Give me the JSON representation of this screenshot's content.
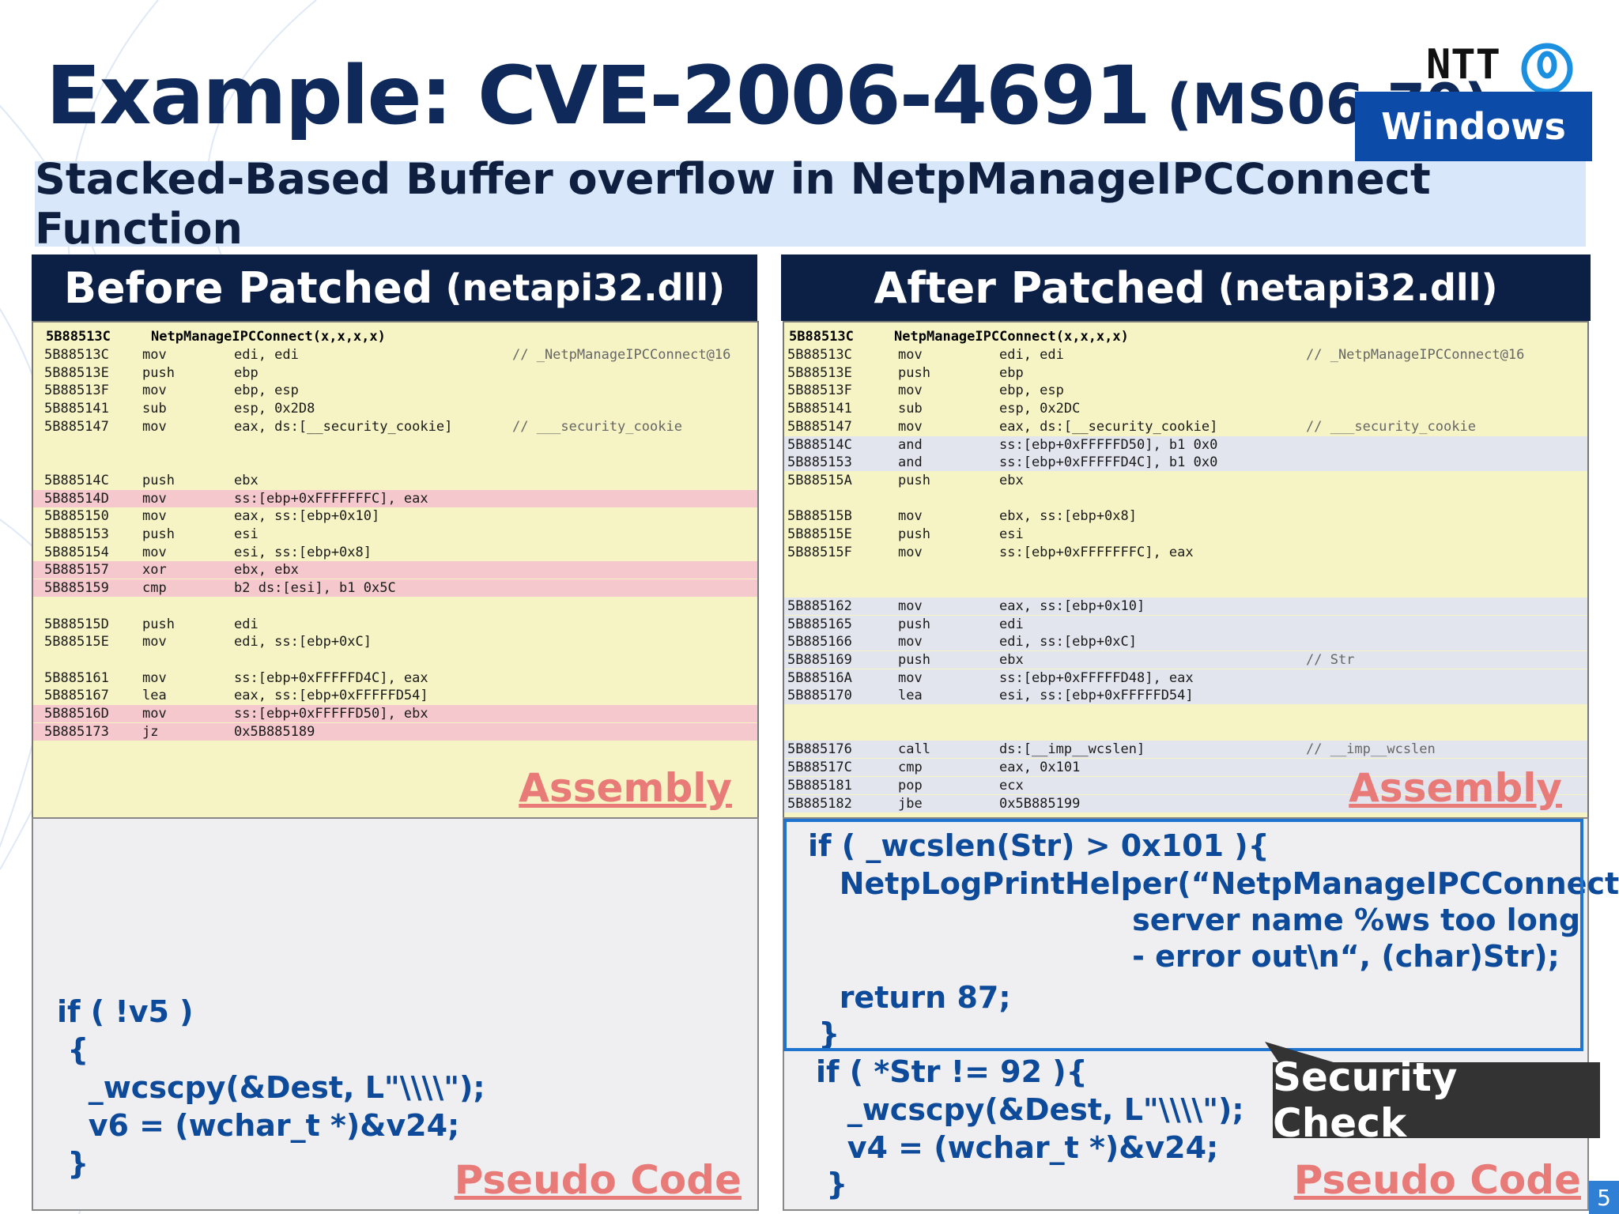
{
  "title": {
    "main": "Example: CVE-2006-4691",
    "sub": "(MS06-70)"
  },
  "brand": {
    "ntt": "NTT",
    "platform": "Windows"
  },
  "banner": "Stacked-Based Buffer overflow in NetpManageIPCConnect Function",
  "left_panel": {
    "heading": "Before Patched",
    "heading_sub": "(netapi32.dll)",
    "asm_header": "5B88513C     NetpManageIPCConnect(x,x,x,x)",
    "asm_rows": [
      {
        "addr": "5B88513C",
        "mn": "mov",
        "op": "edi, edi",
        "cm": "// _NetpManageIPCConnect@16",
        "hl": ""
      },
      {
        "addr": "5B88513E",
        "mn": "push",
        "op": "ebp",
        "cm": "",
        "hl": ""
      },
      {
        "addr": "5B88513F",
        "mn": "mov",
        "op": "ebp, esp",
        "cm": "",
        "hl": ""
      },
      {
        "addr": "5B885141",
        "mn": "sub",
        "op": "esp, 0x2D8",
        "cm": "",
        "hl": ""
      },
      {
        "addr": "5B885147",
        "mn": "mov",
        "op": "eax, ds:[__security_cookie]",
        "cm": "// ___security_cookie",
        "hl": ""
      },
      {
        "addr": "",
        "mn": "",
        "op": "",
        "cm": "",
        "hl": ""
      },
      {
        "addr": "",
        "mn": "",
        "op": "",
        "cm": "",
        "hl": ""
      },
      {
        "addr": "5B88514C",
        "mn": "push",
        "op": "ebx",
        "cm": "",
        "hl": ""
      },
      {
        "addr": "5B88514D",
        "mn": "mov",
        "op": "ss:[ebp+0xFFFFFFFC], eax",
        "cm": "",
        "hl": "red"
      },
      {
        "addr": "5B885150",
        "mn": "mov",
        "op": "eax, ss:[ebp+0x10]",
        "cm": "",
        "hl": ""
      },
      {
        "addr": "5B885153",
        "mn": "push",
        "op": "esi",
        "cm": "",
        "hl": ""
      },
      {
        "addr": "5B885154",
        "mn": "mov",
        "op": "esi, ss:[ebp+0x8]",
        "cm": "",
        "hl": ""
      },
      {
        "addr": "5B885157",
        "mn": "xor",
        "op": "ebx, ebx",
        "cm": "",
        "hl": "red"
      },
      {
        "addr": "5B885159",
        "mn": "cmp",
        "op": "b2 ds:[esi], b1 0x5C",
        "cm": "",
        "hl": "red"
      },
      {
        "addr": "",
        "mn": "",
        "op": "",
        "cm": "",
        "hl": ""
      },
      {
        "addr": "5B88515D",
        "mn": "push",
        "op": "edi",
        "cm": "",
        "hl": ""
      },
      {
        "addr": "5B88515E",
        "mn": "mov",
        "op": "edi, ss:[ebp+0xC]",
        "cm": "",
        "hl": ""
      },
      {
        "addr": "",
        "mn": "",
        "op": "",
        "cm": "",
        "hl": ""
      },
      {
        "addr": "5B885161",
        "mn": "mov",
        "op": "ss:[ebp+0xFFFFFD4C], eax",
        "cm": "",
        "hl": ""
      },
      {
        "addr": "5B885167",
        "mn": "lea",
        "op": "eax, ss:[ebp+0xFFFFFD54]",
        "cm": "",
        "hl": ""
      },
      {
        "addr": "5B88516D",
        "mn": "mov",
        "op": "ss:[ebp+0xFFFFFD50], ebx",
        "cm": "",
        "hl": "red"
      },
      {
        "addr": "5B885173",
        "mn": "jz",
        "op": "0x5B885189",
        "cm": "",
        "hl": "red"
      }
    ],
    "asm_label": "Assembly",
    "pseudo_lines": [
      "if ( !v5 )",
      " {",
      "   _wcscpy(&Dest, L\"\\\\\\\\\");",
      "   v6 = (wchar_t *)&v24;",
      " }"
    ],
    "pseudo_label": "Pseudo Code"
  },
  "right_panel": {
    "heading": "After Patched",
    "heading_sub": "(netapi32.dll)",
    "asm_header": "5B88513C     NetpManageIPCConnect(x,x,x,x)",
    "asm_rows": [
      {
        "addr": "5B88513C",
        "mn": "mov",
        "op": "edi, edi",
        "cm": "// _NetpManageIPCConnect@16",
        "hl": ""
      },
      {
        "addr": "5B88513E",
        "mn": "push",
        "op": "ebp",
        "cm": "",
        "hl": ""
      },
      {
        "addr": "5B88513F",
        "mn": "mov",
        "op": "ebp, esp",
        "cm": "",
        "hl": ""
      },
      {
        "addr": "5B885141",
        "mn": "sub",
        "op": "esp, 0x2DC",
        "cm": "",
        "hl": ""
      },
      {
        "addr": "5B885147",
        "mn": "mov",
        "op": "eax, ds:[__security_cookie]",
        "cm": "// ___security_cookie",
        "hl": ""
      },
      {
        "addr": "5B88514C",
        "mn": "and",
        "op": "ss:[ebp+0xFFFFFD50], b1 0x0",
        "cm": "",
        "hl": "gray"
      },
      {
        "addr": "5B885153",
        "mn": "and",
        "op": "ss:[ebp+0xFFFFFD4C], b1 0x0",
        "cm": "",
        "hl": "gray"
      },
      {
        "addr": "5B88515A",
        "mn": "push",
        "op": "ebx",
        "cm": "",
        "hl": ""
      },
      {
        "addr": "",
        "mn": "",
        "op": "",
        "cm": "",
        "hl": ""
      },
      {
        "addr": "5B88515B",
        "mn": "mov",
        "op": "ebx, ss:[ebp+0x8]",
        "cm": "",
        "hl": ""
      },
      {
        "addr": "5B88515E",
        "mn": "push",
        "op": "esi",
        "cm": "",
        "hl": ""
      },
      {
        "addr": "5B88515F",
        "mn": "mov",
        "op": "ss:[ebp+0xFFFFFFFC], eax",
        "cm": "",
        "hl": ""
      },
      {
        "addr": "",
        "mn": "",
        "op": "",
        "cm": "",
        "hl": ""
      },
      {
        "addr": "",
        "mn": "",
        "op": "",
        "cm": "",
        "hl": ""
      },
      {
        "addr": "5B885162",
        "mn": "mov",
        "op": "eax, ss:[ebp+0x10]",
        "cm": "",
        "hl": "gray"
      },
      {
        "addr": "5B885165",
        "mn": "push",
        "op": "edi",
        "cm": "",
        "hl": "gray"
      },
      {
        "addr": "5B885166",
        "mn": "mov",
        "op": "edi, ss:[ebp+0xC]",
        "cm": "",
        "hl": "gray"
      },
      {
        "addr": "5B885169",
        "mn": "push",
        "op": "ebx",
        "cm": "// Str",
        "hl": "gray"
      },
      {
        "addr": "5B88516A",
        "mn": "mov",
        "op": "ss:[ebp+0xFFFFFD48], eax",
        "cm": "",
        "hl": "gray"
      },
      {
        "addr": "5B885170",
        "mn": "lea",
        "op": "esi, ss:[ebp+0xFFFFFD54]",
        "cm": "",
        "hl": "gray"
      },
      {
        "addr": "",
        "mn": "",
        "op": "",
        "cm": "",
        "hl": ""
      },
      {
        "addr": "",
        "mn": "",
        "op": "",
        "cm": "",
        "hl": ""
      },
      {
        "addr": "5B885176",
        "mn": "call",
        "op": "ds:[__imp__wcslen]",
        "cm": "// __imp__wcslen",
        "hl": "gray"
      },
      {
        "addr": "5B88517C",
        "mn": "cmp",
        "op": "eax, 0x101",
        "cm": "",
        "hl": "gray"
      },
      {
        "addr": "5B885181",
        "mn": "pop",
        "op": "ecx",
        "cm": "",
        "hl": "gray"
      },
      {
        "addr": "5B885182",
        "mn": "jbe",
        "op": "0x5B885199",
        "cm": "",
        "hl": "gray"
      }
    ],
    "asm_label": "Assembly",
    "pseudo_lines": [
      "if ( _wcslen(Str) > 0x101 ){",
      "   NetpLogPrintHelper(“NetpManageIPCConnect:",
      "                               server name %ws too long",
      "                               - error out\\n“, (char)Str);",
      "   return 87;",
      " }",
      "if ( *Str != 92 ){",
      "   _wcscpy(&Dest, L\"\\\\\\\\\");",
      "   v4 = (wchar_t *)&v24;",
      " }"
    ],
    "pseudo_label": "Pseudo Code"
  },
  "callout": "Security Check",
  "page_number": "5",
  "colors": {
    "navy": "#0c1f44",
    "accent_blue": "#0c4ba8",
    "label_pink": "#e87a78",
    "code_blue": "#0d4a9a"
  }
}
